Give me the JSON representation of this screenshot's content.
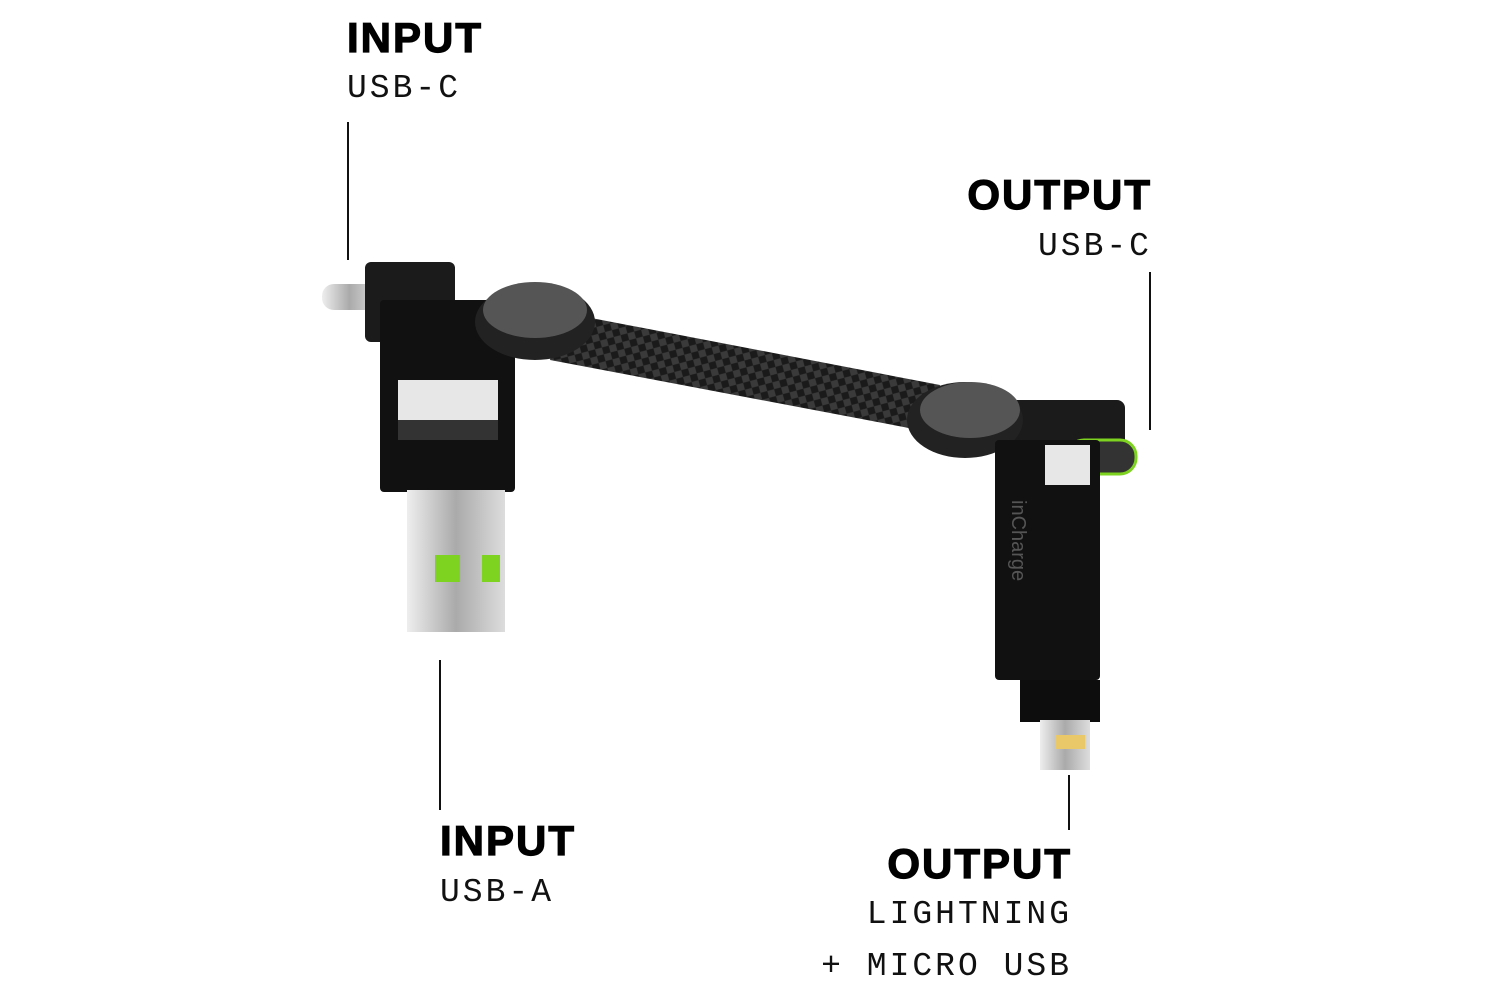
{
  "labels": {
    "input_top": {
      "title": "INPUT",
      "type": "USB-C"
    },
    "output_top": {
      "title": "OUTPUT",
      "type": "USB-C"
    },
    "input_bottom": {
      "title": "INPUT",
      "type": "USB-A"
    },
    "output_bottom": {
      "title": "OUTPUT",
      "type_line1": "LIGHTNING",
      "type_line2": "+ MICRO USB"
    }
  },
  "product": {
    "brand": "inCharge"
  },
  "colors": {
    "accent": "#7ed321",
    "body": "#111111",
    "metal": "#c8c8c8"
  }
}
